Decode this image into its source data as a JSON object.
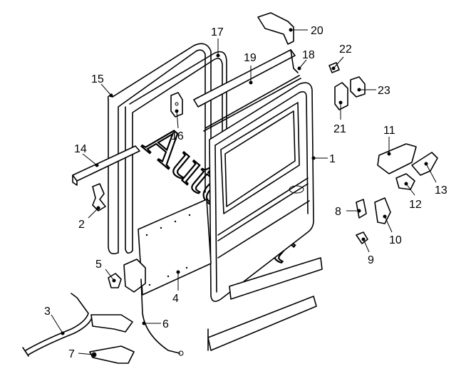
{
  "diagram": {
    "watermark_text": "AutoSoft",
    "callouts": [
      "1",
      "2",
      "3",
      "4",
      "5",
      "6",
      "7",
      "8",
      "9",
      "10",
      "11",
      "12",
      "13",
      "14",
      "15",
      "16",
      "17",
      "18",
      "19",
      "20",
      "21",
      "22",
      "23"
    ]
  }
}
